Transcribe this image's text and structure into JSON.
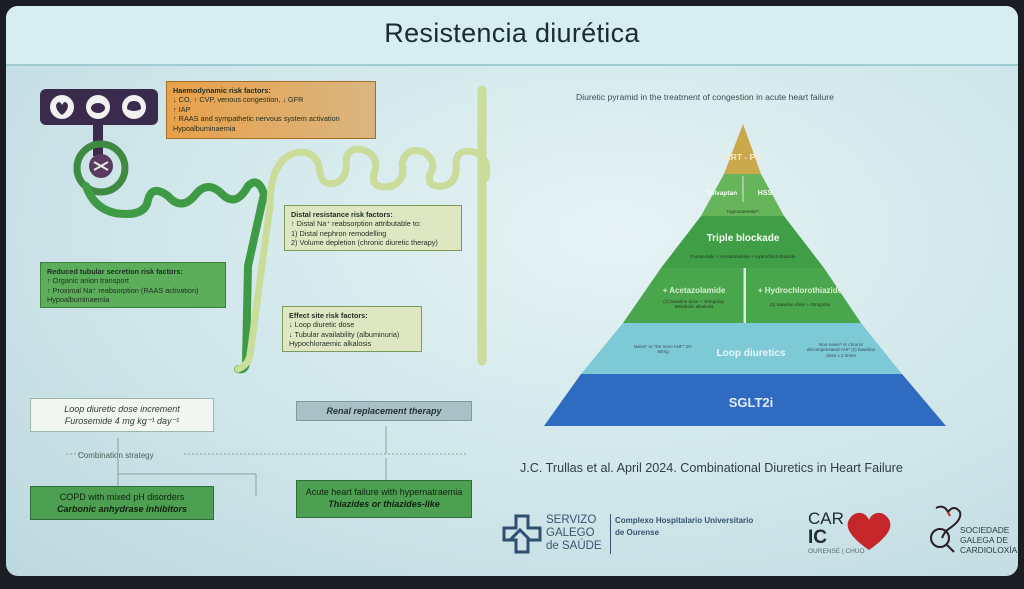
{
  "title": "Resistencia diurética",
  "pyramid": {
    "caption": "Diuretic pyramid in the treatment of congestion in acute heart failure",
    "top": "KRT - PC",
    "tier2_left": "Tolvaptan",
    "tier2_right": "HSS",
    "tier2_note": "Hyponatremia**",
    "tier3": "Triple blockade",
    "tier3_note": "Furosemide + Acetazolamide + Hydrochlorothiazide",
    "tier4_left": "+ Acetazolamide",
    "tier4_left_note": "(2) baseline dose + 40mg/day. Metabolic alkalosis",
    "tier4_right": "+ Hydrochlorothiazide",
    "tier4_right_note": "(2) baseline dose + 40mg/day",
    "tier5": "Loop diuretics",
    "tier5_left_note": "Naive* or \"De novo AHF\" 20-40mg",
    "tier5_right_note": "Non-naive* or chronic decompensated AHF (2) baseline dose x 2 times",
    "base": "SGLT2i"
  },
  "boxes": {
    "haemodynamic": {
      "title": "Haemodynamic risk factors:",
      "lines": [
        "↓ CO, ↑ CVP, venous congestion, ↓ GFR",
        "↑ IAP",
        "↑ RAAS and sympathetic nervous system activation",
        "Hypoalbuminaemia"
      ]
    },
    "distal": {
      "title": "Distal resistance risk factors:",
      "lines": [
        "↑ Distal Na⁺ reabsorption attributable to:",
        "1)   Distal nephron remodelling",
        "2)   Volume depletion (chronic diuretic therapy)"
      ]
    },
    "tubular": {
      "title": "Reduced tubular secretion risk factors:",
      "lines": [
        "↑ Organic anion transport",
        "↑ Proximal Na⁺ reabsorption (RAAS activation)",
        "Hypoalbuminaemia"
      ]
    },
    "effect": {
      "title": "Effect site risk factors:",
      "lines": [
        "↓ Loop diuretic dose",
        "↓ Tubular availability (albuminuria)",
        "Hypochloraemic alkalosis"
      ]
    }
  },
  "flow": {
    "loop_line1": "Loop diuretic dose increment",
    "loop_line2": "Furosemide 4 mg kg⁻¹ day⁻¹",
    "rrt": "Renal replacement therapy",
    "combination": "Combination strategy",
    "copd_line1": "COPD with mixed pH disorders",
    "copd_line2": "Carbonic anhydrase inhibitors",
    "ahf_line1": "Acute heart failure with hypernatraemia",
    "ahf_line2": "Thiazides or thiazides-like"
  },
  "reference": "J.C. Trullas et al. April 2024. Combinational Diuretics in Heart Failure",
  "logos": {
    "sergas_1": "SERVIZO",
    "sergas_2": "GALEGO",
    "sergas_3": "de SAÚDE",
    "chuo_1": "Complexo Hospitalario Universitario",
    "chuo_2": "de Ourense",
    "caric_1": "CAR",
    "caric_2": "IC",
    "caric_3": "OURENSE | CHUO",
    "sgc_1": "SOCIEDADE",
    "sgc_2": "GALEGA DE",
    "sgc_3": "CARDIOLOXÍA"
  },
  "colors": {
    "title_band": "#d6eef0",
    "tubule_green": "#3f9a45",
    "tubule_pale": "#c9dc9a",
    "pyramid_top": "#c9a94b",
    "pyramid_mid": "#45a84a",
    "pyramid_loop": "#7ec9d6",
    "pyramid_base": "#2f6bc1",
    "heart_red": "#c4262a"
  }
}
